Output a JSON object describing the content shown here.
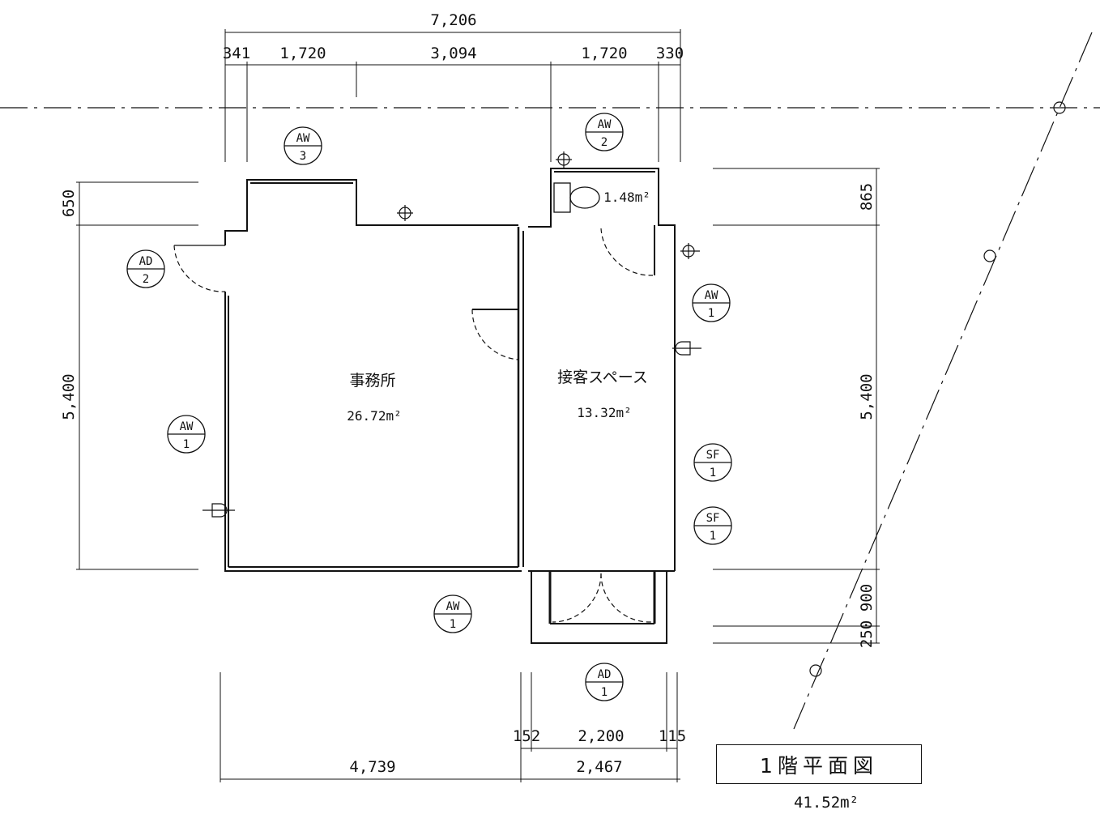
{
  "drawing": {
    "title": "1階平面図",
    "total_area": "41.52m²"
  },
  "rooms": {
    "office": {
      "name": "事務所",
      "area": "26.72m²"
    },
    "reception": {
      "name": "接客スペース",
      "area": "13.32m²"
    },
    "toilet": {
      "area": "1.48m²"
    }
  },
  "dimensions": {
    "top_overall": "7,206",
    "top_segments": [
      "341",
      "1,720",
      "3,094",
      "1,720",
      "330"
    ],
    "left_top": "650",
    "left_main": "5,400",
    "right_top": "865",
    "right_main": "5,400",
    "right_900": "900",
    "right_250": "250",
    "bottom_segments": [
      "152",
      "2,200",
      "115"
    ],
    "bottom_left": "4,739",
    "bottom_right": "2,467"
  },
  "tags": {
    "aw3": {
      "code": "AW",
      "num": "3"
    },
    "aw2": {
      "code": "AW",
      "num": "2"
    },
    "ad2": {
      "code": "AD",
      "num": "2"
    },
    "aw1_left": {
      "code": "AW",
      "num": "1"
    },
    "aw1_right": {
      "code": "AW",
      "num": "1"
    },
    "aw1_bottom": {
      "code": "AW",
      "num": "1"
    },
    "sf1_a": {
      "code": "SF",
      "num": "1"
    },
    "sf1_b": {
      "code": "SF",
      "num": "1"
    },
    "ad1": {
      "code": "AD",
      "num": "1"
    }
  }
}
